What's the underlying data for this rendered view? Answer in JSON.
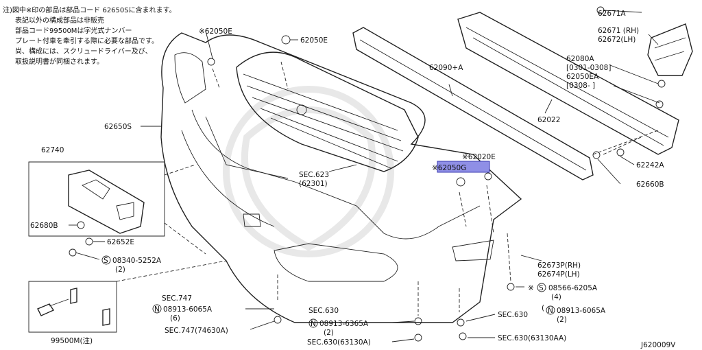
{
  "note": {
    "lines": [
      "注)図中※印の部品は部品コード 62650Sに含まれます。",
      "表記以外の構成部品は非販売",
      "部品コード99500Mは字光式ナンバー",
      "プレート付車を牽引する際に必要な部品です。",
      "尚、構成には、スクリュードライバー及び、",
      "取扱説明書が同梱されます。"
    ]
  },
  "labels": {
    "p62050E_left": "※62050E",
    "p62050E_top": "62050E",
    "p62650S": "62650S",
    "p62740": "62740",
    "p62680B": "62680B",
    "p62652E": "62652E",
    "p08340": "08340-5252A",
    "p08340_qty": "(2)",
    "p99500M": "99500M(注)",
    "p62090A": "62090+A",
    "p62022": "62022",
    "p62671A": "62671A",
    "p62671": "62671 (RH)",
    "p62672": "62672(LH)",
    "p62080A": "62080A",
    "p62080A_range": "[0301-0308]",
    "p62050EA": "62050EA",
    "p62050EA_range": "[0308-    ]",
    "p62242A": "62242A",
    "p62660B": "62660B",
    "p62020E": "※62020E",
    "p62050G": "※62050G",
    "sec623": "SEC.623",
    "sec623_ref": "(62301)",
    "p62673P": "62673P(RH)",
    "p62674P": "62674P(LH)",
    "p08566": "08566-6205A",
    "p08566_qty": "(4)",
    "sec747_a": "SEC.747",
    "p08913_6065_left": "08913-6065A",
    "p08913_6065_left_qty": "(6)",
    "sec747_b": "SEC.747(74630A)",
    "sec630_a": "SEC.630",
    "p08913_6365": "08913-6365A",
    "p08913_6365_qty": "(2)",
    "sec630_b": "SEC.630(63130A)",
    "sec630_c": "SEC.630",
    "p08913_6065_right": "08913-6065A",
    "p08913_6065_right_qty": "(2)",
    "sec630_d": "SEC.630(63130AA)",
    "diagram_code": "J620009V"
  },
  "symbols": {
    "note_mark": "※",
    "circled_S": "S",
    "circled_N": "N"
  },
  "colors": {
    "highlight": "#8f8fe6",
    "line": "#222222",
    "watermark": "#e6e6e6"
  }
}
